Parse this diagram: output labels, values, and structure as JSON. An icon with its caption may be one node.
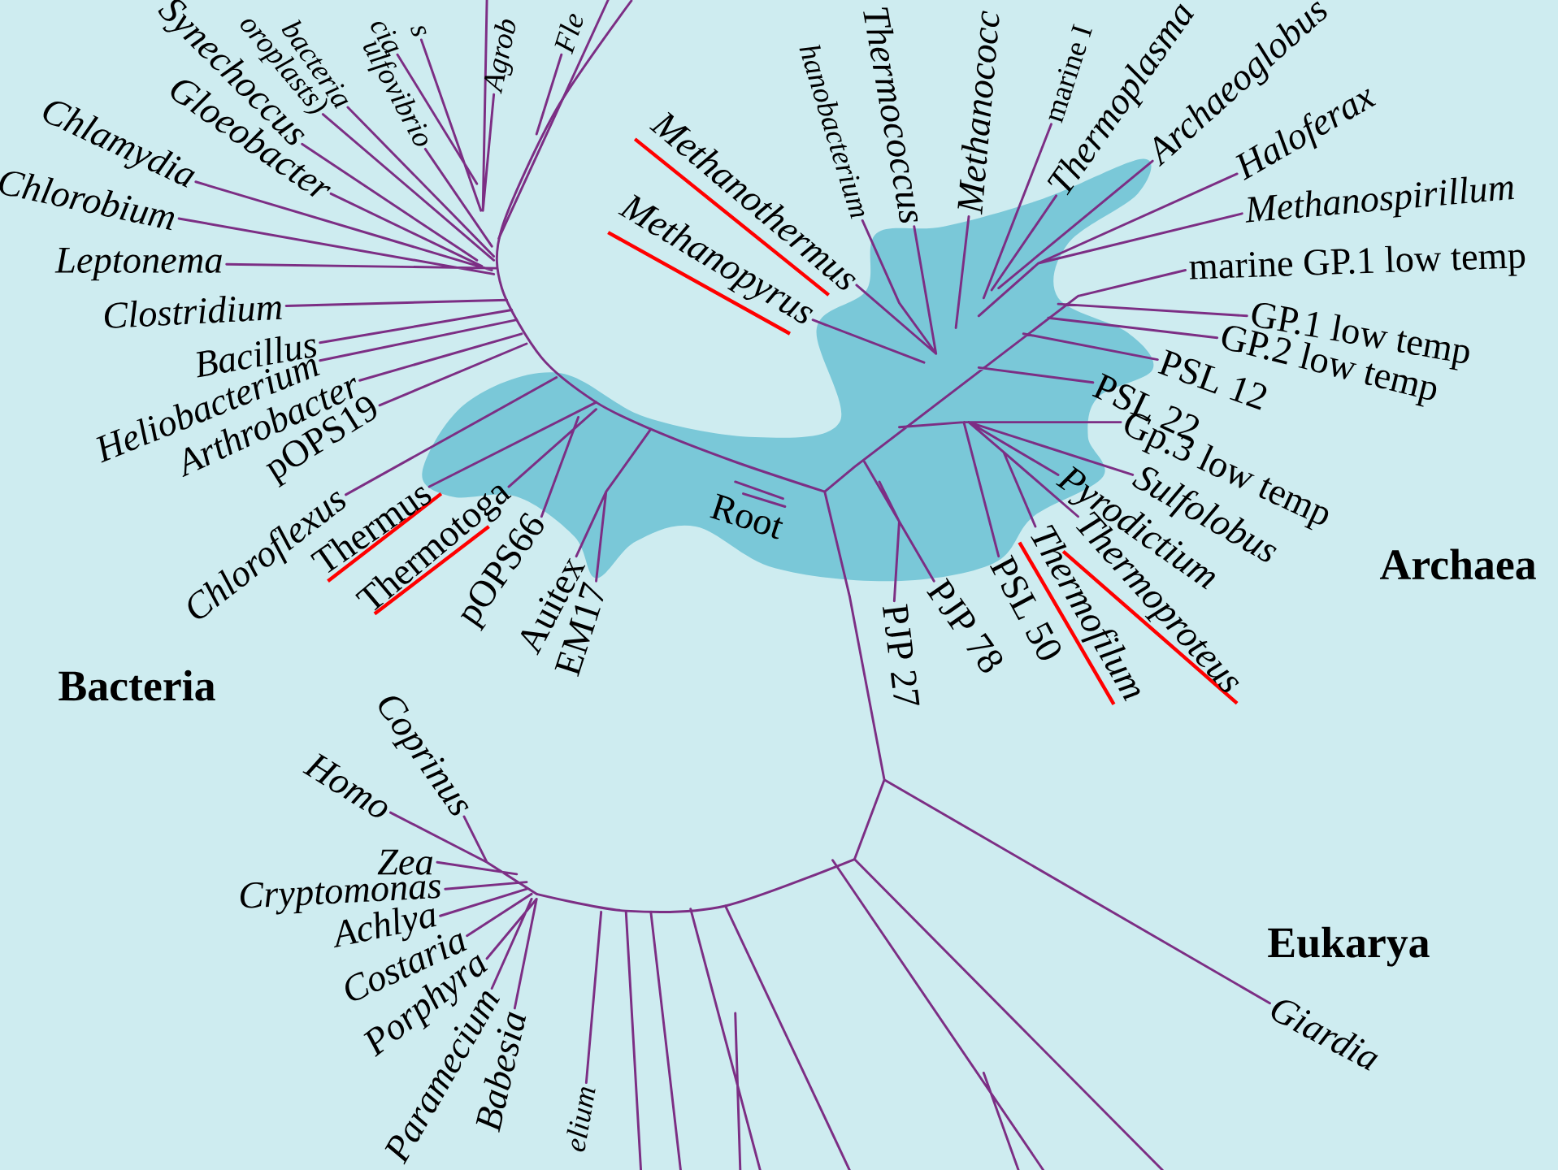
{
  "diagram": {
    "labels": [
      "oroplasts)",
      "bacteria",
      "cia",
      "ulfovibrio",
      "s",
      "Agrob",
      "Fle",
      "Synechoccus",
      "Gloeobacter",
      "Chlamydia",
      "Chlorobium",
      "Leptonema",
      "Clostridium",
      "Bacillus",
      "Heliobacterium",
      "Arthrobacter",
      "pOPS19",
      "Chloroflexus",
      "Thermus",
      "Thermotoga",
      "pOPS66",
      "Auitex",
      "EM17",
      "Root",
      "Methanothermus",
      "Methanopyrus",
      "hanobacterium",
      "Thermococcus",
      "Methanococc",
      "marine I",
      "Thermoplasma",
      "Archaeoglobus",
      "Haloferax",
      "Methanospirillum",
      "marine GP.1 low temp",
      "GP.1 low temp",
      "GP.2 low temp",
      "PSL 12",
      "PSL 22",
      "Gp.3 low temp",
      "Pyrodictium",
      "Sulfolobus",
      "PJP 27",
      "PJP 78",
      "PSL 50",
      "Thermofilum",
      "Thermoproteus",
      "Archaea",
      "Bacteria",
      "Coprinus",
      "Homo",
      "Zea",
      "Cryptomonas",
      "Achlya",
      "Costaria",
      "Porphyra",
      "Paramecium",
      "Babesia",
      "elium",
      "Eukarya",
      "Giardia"
    ]
  }
}
